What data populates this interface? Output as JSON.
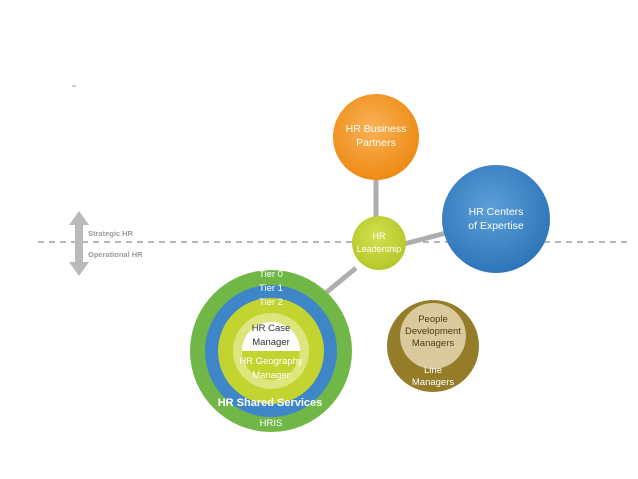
{
  "axis": {
    "upper_label": "Strategic HR",
    "lower_label": "Operational HR"
  },
  "nodes": {
    "hr_business_partners": [
      "HR Business",
      "Partners"
    ],
    "hr_centers_of_expertise": [
      "HR Centers",
      "of Expertise"
    ],
    "hr_leadership": [
      "HR",
      "Leadership"
    ],
    "people_development_managers": [
      "People",
      "Development",
      "Managers"
    ],
    "line_managers": [
      "Line",
      "Managers"
    ]
  },
  "shared_services": {
    "tier0": "Tier 0",
    "tier1": "Tier 1",
    "tier2": "Tier 2",
    "case_manager": [
      "HR Case",
      "Manager"
    ],
    "geography_manager": [
      "HR Geography",
      "Manager"
    ],
    "name": "HR Shared Services",
    "hris": "HRIS"
  },
  "colors": {
    "orange": "#F39A2B",
    "blue": "#3F86C8",
    "green": "#71B747",
    "lime": "#C3D431",
    "olive": "#947C29",
    "tan": "#DAC99C",
    "connector": "#ADAEB0",
    "divider": "#8A8B8D"
  }
}
